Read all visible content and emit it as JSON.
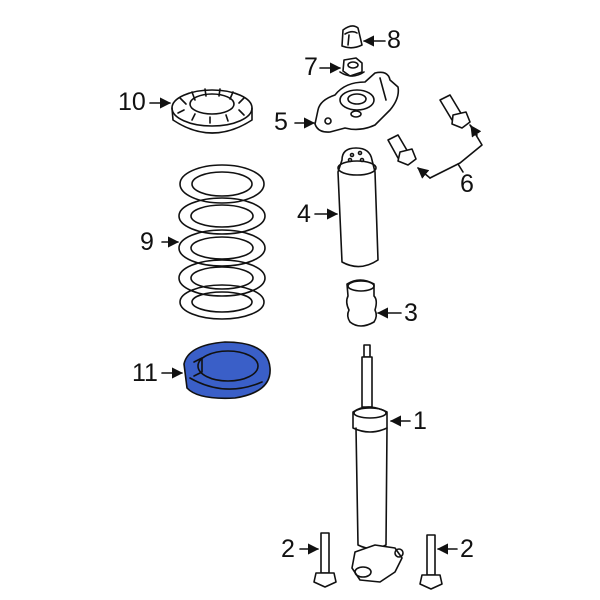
{
  "diagram": {
    "highlight_color": "#3a5fc8",
    "line_color": "#111111",
    "parts": [
      {
        "callout": "1",
        "name": "Shock Absorber"
      },
      {
        "callout": "2",
        "name": "Lower Mount Bolt",
        "qty_shown": 2
      },
      {
        "callout": "3",
        "name": "Bump Stop"
      },
      {
        "callout": "4",
        "name": "Dust Boot"
      },
      {
        "callout": "5",
        "name": "Upper Mount"
      },
      {
        "callout": "6",
        "name": "Mount Bolt",
        "qty_shown": 2
      },
      {
        "callout": "7",
        "name": "Nut"
      },
      {
        "callout": "8",
        "name": "Cap"
      },
      {
        "callout": "9",
        "name": "Coil Spring"
      },
      {
        "callout": "10",
        "name": "Upper Spring Seat"
      },
      {
        "callout": "11",
        "name": "Lower Spring Insulator",
        "highlighted": true
      }
    ],
    "labels": {
      "l1": "1",
      "l2a": "2",
      "l2b": "2",
      "l3": "3",
      "l4": "4",
      "l5": "5",
      "l6": "6",
      "l7": "7",
      "l8": "8",
      "l9": "9",
      "l10": "10",
      "l11": "11"
    }
  }
}
